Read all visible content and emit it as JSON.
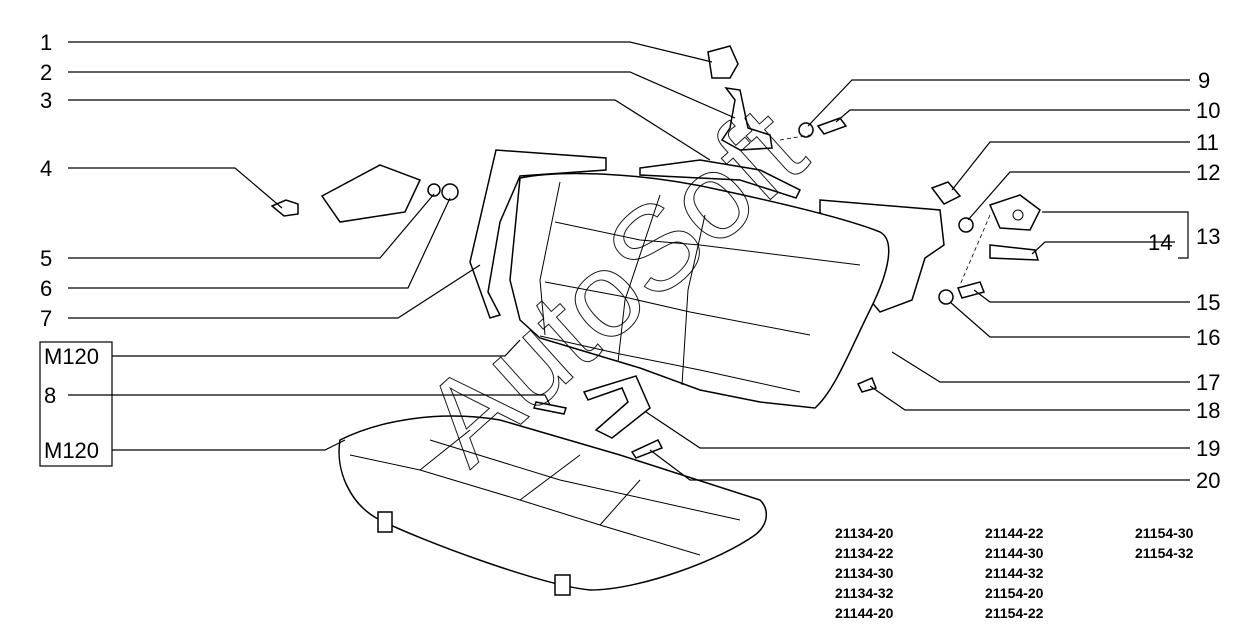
{
  "watermark": "AutoSoft",
  "callouts": {
    "c1": "1",
    "c2": "2",
    "c3": "3",
    "c4": "4",
    "c5": "5",
    "c6": "6",
    "c7": "7",
    "c8": "8",
    "c9": "9",
    "c10": "10",
    "c11": "11",
    "c12": "12",
    "c13": "13",
    "c14": "14",
    "c15": "15",
    "c16": "16",
    "c17": "17",
    "c18": "18",
    "c19": "19",
    "c20": "20"
  },
  "module_labels": {
    "m1": "M120",
    "m2": "M120"
  },
  "models": {
    "col1": [
      "21134-20",
      "21134-22",
      "21134-30",
      "21134-32",
      "21144-20"
    ],
    "col2": [
      "21144-22",
      "21144-30",
      "21144-32",
      "21154-20",
      "21154-22"
    ],
    "col3": [
      "21154-30",
      "21154-32"
    ]
  }
}
